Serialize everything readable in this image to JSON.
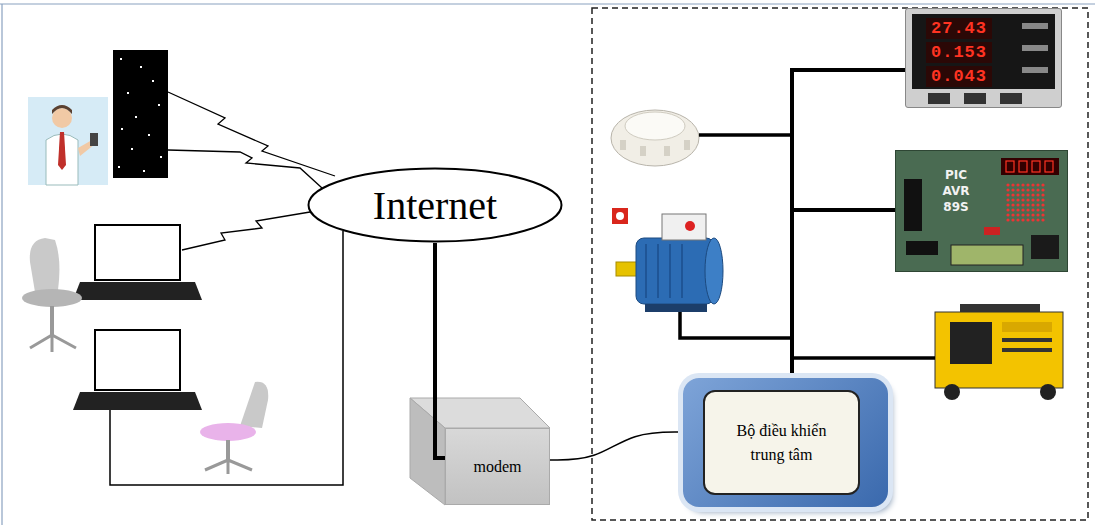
{
  "diagram": {
    "nodes": [
      {
        "text": [
          "Internet"
        ]
      },
      {
        "text": [
          "modem"
        ]
      },
      {
        "text": [
          "Bộ điều khiển trung tâm"
        ]
      },
      {
        "text": [
          "27.43",
          "0.153",
          "0.043"
        ]
      },
      {
        "text": [
          "PIC",
          "AVR",
          "89S"
        ]
      }
    ],
    "edges": [
      {
        "from": 0,
        "to": 1,
        "arrow": "none"
      },
      {
        "from": 1,
        "to": 2,
        "arrow": "none"
      },
      {
        "from": 2,
        "to": 3,
        "arrow": "none"
      },
      {
        "from": 2,
        "to": 4,
        "arrow": "none"
      }
    ]
  }
}
